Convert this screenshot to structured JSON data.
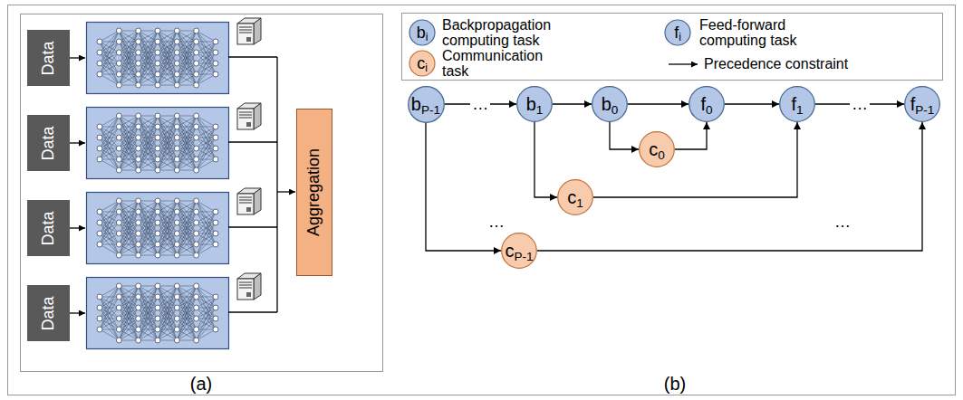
{
  "diagram": {
    "nodes": [
      {
        "text": [
          "Data"
        ]
      },
      {
        "text": [
          "Data"
        ]
      },
      {
        "text": [
          "Data"
        ]
      },
      {
        "text": [
          "Data"
        ]
      },
      {
        "text": [
          "Aggregation"
        ]
      },
      {
        "text": [
          "bP-1"
        ]
      },
      {
        "text": [
          "b1"
        ]
      },
      {
        "text": [
          "b0"
        ]
      },
      {
        "text": [
          "f0"
        ]
      },
      {
        "text": [
          "f1"
        ]
      },
      {
        "text": [
          "fP-1"
        ]
      },
      {
        "text": [
          "c0"
        ]
      },
      {
        "text": [
          "c1"
        ]
      },
      {
        "text": [
          "cP-1"
        ]
      }
    ],
    "edges": [
      {
        "from": 5,
        "to": 6,
        "arrow": "to",
        "label": "…"
      },
      {
        "from": 6,
        "to": 7,
        "arrow": "to"
      },
      {
        "from": 7,
        "to": 8,
        "arrow": "to"
      },
      {
        "from": 8,
        "to": 9,
        "arrow": "to"
      },
      {
        "from": 9,
        "to": 10,
        "arrow": "to",
        "label": "…"
      },
      {
        "from": 7,
        "to": 11,
        "arrow": "to"
      },
      {
        "from": 11,
        "to": 8,
        "arrow": "to"
      },
      {
        "from": 6,
        "to": 12,
        "arrow": "to"
      },
      {
        "from": 12,
        "to": 9,
        "arrow": "to"
      },
      {
        "from": 5,
        "to": 13,
        "arrow": "to"
      },
      {
        "from": 13,
        "to": 10,
        "arrow": "to"
      }
    ],
    "labels": [
      "(a)",
      "(b)",
      "bi",
      "fi",
      "ci",
      "…",
      "…"
    ],
    "legend": [
      {
        "text": "Backpropagation computing task",
        "color": "#b4c7e7"
      },
      {
        "text": "Feed-forward computing task",
        "color": "#b4c7e7"
      },
      {
        "text": "Communication task",
        "color": "#f8cbad"
      },
      {
        "text": "Precedence constraint"
      }
    ]
  }
}
